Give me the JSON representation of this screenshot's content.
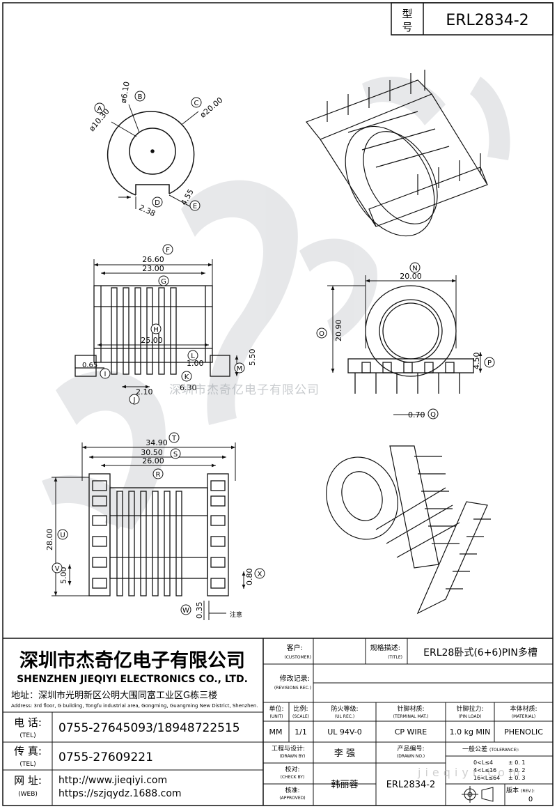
{
  "model": {
    "label_line1": "型",
    "label_line2": "号",
    "value": "ERL2834-2"
  },
  "watermark": {
    "text": "深圳市杰奇亿电子有限公司",
    "url": "jieqiyi.com"
  },
  "dimensions": {
    "A": {
      "letter": "A",
      "value": "ø10.30"
    },
    "B": {
      "letter": "B",
      "value": "ø6.10"
    },
    "C": {
      "letter": "C",
      "value": "ø20.00"
    },
    "D": {
      "letter": "D",
      "value": "2.38"
    },
    "E": {
      "letter": "E",
      "value": "4.55"
    },
    "F": {
      "letter": "F",
      "value": "26.60"
    },
    "G": {
      "letter": "G",
      "value": "23.00"
    },
    "H": {
      "letter": "H",
      "value": "25.00"
    },
    "I": {
      "letter": "I",
      "value": "0.65"
    },
    "J": {
      "letter": "J",
      "value": "2.10"
    },
    "K": {
      "letter": "K",
      "value": "6.30"
    },
    "L": {
      "letter": "L",
      "value": "1.00"
    },
    "M": {
      "letter": "M",
      "value": "5.50"
    },
    "N": {
      "letter": "N",
      "value": "20.00"
    },
    "O": {
      "letter": "O",
      "value": "20.90"
    },
    "P": {
      "letter": "P",
      "value": "4.50"
    },
    "Q": {
      "letter": "Q",
      "value": "0.70"
    },
    "R": {
      "letter": "R",
      "value": "26.00"
    },
    "S": {
      "letter": "S",
      "value": "30.50"
    },
    "T": {
      "letter": "T",
      "value": "34.90"
    },
    "U": {
      "letter": "U",
      "value": "28.00"
    },
    "V": {
      "letter": "V",
      "value": "5.00"
    },
    "W": {
      "letter": "W",
      "value": "0.35"
    },
    "X": {
      "letter": "X",
      "value": "0.80"
    }
  },
  "note": "注意",
  "company": {
    "name_cn": "深圳市杰奇亿电子有限公司",
    "name_en": "SHENZHEN JIEQIYI ELECTRONICS CO., LTD.",
    "address_cn": "地址：深圳市光明新区公明大围同富工业区G栋三楼",
    "address_en": "Address: 3rd floor, G building, Tongfu industrial area, Gongming, Guangming New District, Shenzhen."
  },
  "contacts": {
    "tel_label": "电 话:",
    "tel_sub": "(TEL)",
    "tel_value": "0755-27645093/18948722515",
    "fax_label": "传 真:",
    "fax_sub": "(TEL)",
    "fax_value": "0755-27609221",
    "web_label": "网 址:",
    "web_sub": "(WEB)",
    "web_value1": "http://www.jieqiyi.com",
    "web_value2": "https://szjqydz.1688.com"
  },
  "titleblock": {
    "customer_label": "客户:",
    "customer_sub": "(CUSTOMER)",
    "spec_label": "规格描述:",
    "spec_sub": "(TITLE)",
    "spec_value": "ERL28卧式(6+6)PIN多槽",
    "rev_label": "修改记录:",
    "rev_sub": "(REVISIONS REC.)",
    "unit_label": "单位:",
    "unit_sub": "(UNIT)",
    "unit_value": "MM",
    "scale_label": "比例:",
    "scale_sub": "(SCALE)",
    "scale_value": "1/1",
    "fire_label": "防火等级:",
    "fire_sub": "(UL REC.)",
    "fire_value": "UL 94V-0",
    "pin_mat_label": "针脚材质:",
    "pin_mat_sub": "(TERMINAL MAT.)",
    "pin_mat_value": "CP WIRE",
    "pin_load_label": "针脚拉力:",
    "pin_load_sub": "(PIN LOAD)",
    "pin_load_value": "1.0 kg MIN",
    "material_label": "本体材质:",
    "material_sub": "(MATERIAL)",
    "material_value": "PHENOLIC",
    "drawn_label": "工程与设计:",
    "drawn_sub": "(DRAWN BY)",
    "drawn_value": "李 强",
    "part_label": "产品编号:",
    "part_sub": "(DRAWN NO.)",
    "part_value": "ERL2834-2",
    "check_label": "校对:",
    "check_sub": "(CHECK BY)",
    "check_value": "韩丽蓉",
    "approve_label": "核准:",
    "approve_sub": "(APPROVED)",
    "tol_label": "一般公差",
    "tol_sub": "(TOLERANCE):",
    "tol_rows": [
      {
        "range": "0<L≤4",
        "value": "± 0. 1"
      },
      {
        "range": "4<L≤16",
        "value": "± 0. 2"
      },
      {
        "range": "16<L≤64",
        "value": "± 0. 3"
      }
    ],
    "version_label": "版本",
    "version_sub": "(REV.):",
    "version_value": "0"
  }
}
